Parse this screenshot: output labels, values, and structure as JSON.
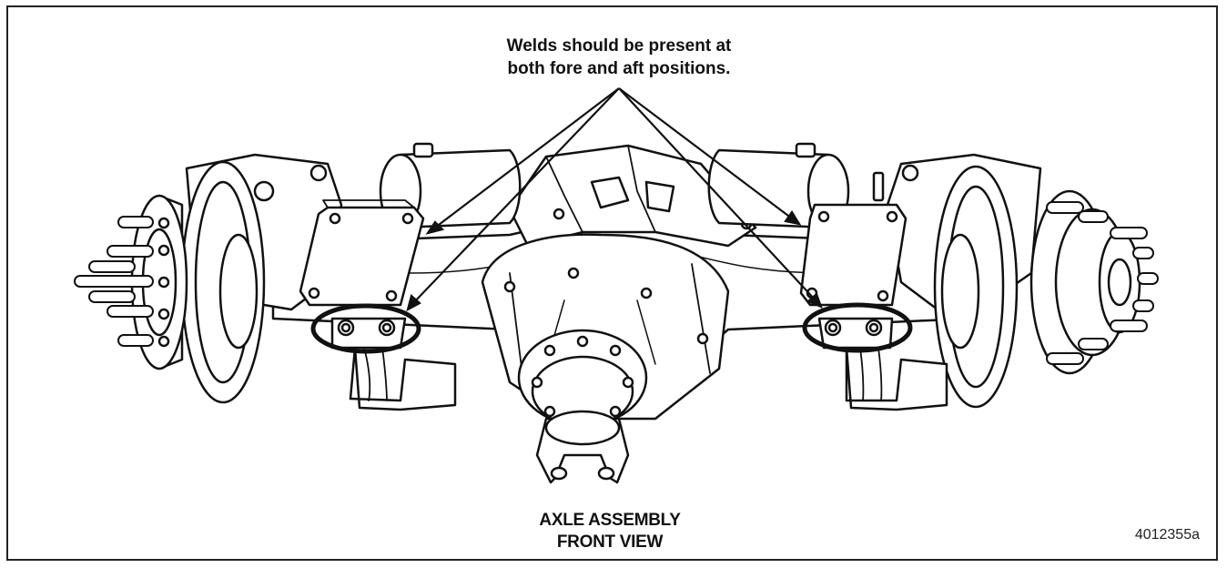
{
  "callout": {
    "line1": "Welds should be present at",
    "line2": "both fore and aft positions."
  },
  "caption": {
    "line1": "AXLE ASSEMBLY",
    "line2": "FRONT VIEW"
  },
  "figure_id": "4012355a",
  "colors": {
    "ink": "#111111",
    "shade": "#d9d9d9",
    "paper": "#ffffff"
  }
}
